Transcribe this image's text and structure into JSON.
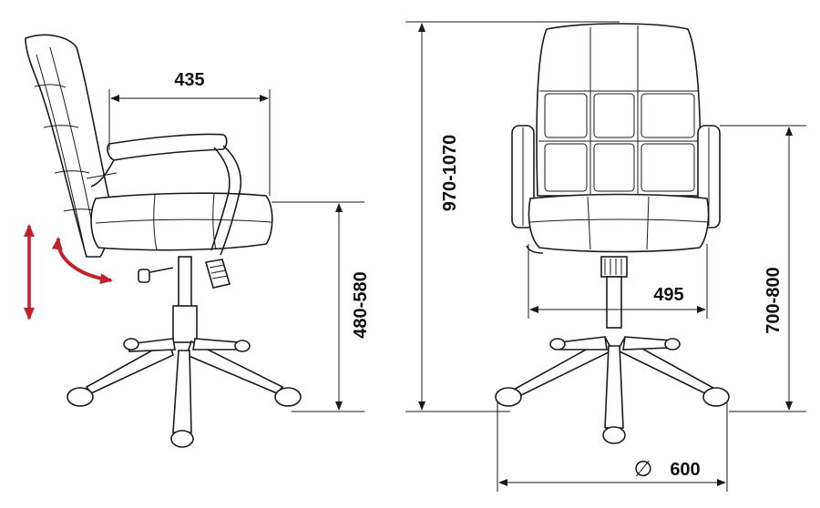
{
  "dimensions": {
    "seat_depth": "435",
    "seat_height": "480-580",
    "total_height": "970-1070",
    "seat_width": "495",
    "armrest_height": "700-800",
    "base_diameter_symbol": "∅",
    "base_diameter": "600"
  },
  "colors": {
    "line": "#1a1a1a",
    "arrow_red": "#c0212b",
    "label": "#111111"
  },
  "icons": {
    "height_adjust": "vertical-double-arrow-icon",
    "tilt_adjust": "curved-arrow-icon"
  }
}
